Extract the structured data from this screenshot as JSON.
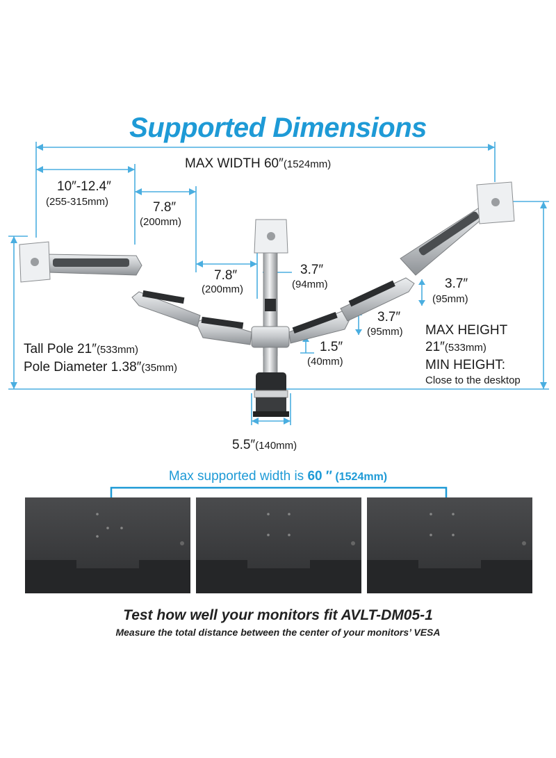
{
  "title": "Supported Dimensions",
  "dimensions": {
    "max_width": {
      "value": "MAX WIDTH 60″",
      "mm": "(1524mm)"
    },
    "arm_reach": {
      "value": "10″-12.4″",
      "mm": "(255-315mm)"
    },
    "segment_left": {
      "value": "7.8″",
      "mm": "(200mm)"
    },
    "segment_center": {
      "value": "7.8″",
      "mm": "(200mm)"
    },
    "center_offset": {
      "value": "3.7″",
      "mm": "(94mm)"
    },
    "right_upper": {
      "value": "3.7″",
      "mm": "(95mm)"
    },
    "right_lower": {
      "value": "3.7″",
      "mm": "(95mm)"
    },
    "collar": {
      "value": "1.5″",
      "mm": "(40mm)"
    },
    "base_width": {
      "value": "5.5″",
      "mm": "(140mm)"
    }
  },
  "pole": {
    "tall_pole": {
      "value": "Tall Pole 21″",
      "mm": "(533mm)"
    },
    "diameter": {
      "value": "Pole Diameter 1.38″",
      "mm": "(35mm)"
    }
  },
  "height": {
    "max_label": "MAX HEIGHT",
    "max_value": "21″",
    "max_mm": "(533mm)",
    "min_label": "MIN HEIGHT:",
    "min_note": "Close to the desktop"
  },
  "monitors_caption": {
    "prefix": "Max supported width is ",
    "value": "60 ″",
    "mm": " (1524mm)"
  },
  "footer": {
    "headline": "Test how well your monitors fit AVLT-DM05-1",
    "subline": "Measure the total distance between the center of your monitors’ VESA"
  },
  "colors": {
    "accent": "#1e9ad6",
    "arm_silver": "#c7c9cc",
    "arm_dark": "#3a3d40",
    "monitor_back": "#3c3d3f"
  }
}
